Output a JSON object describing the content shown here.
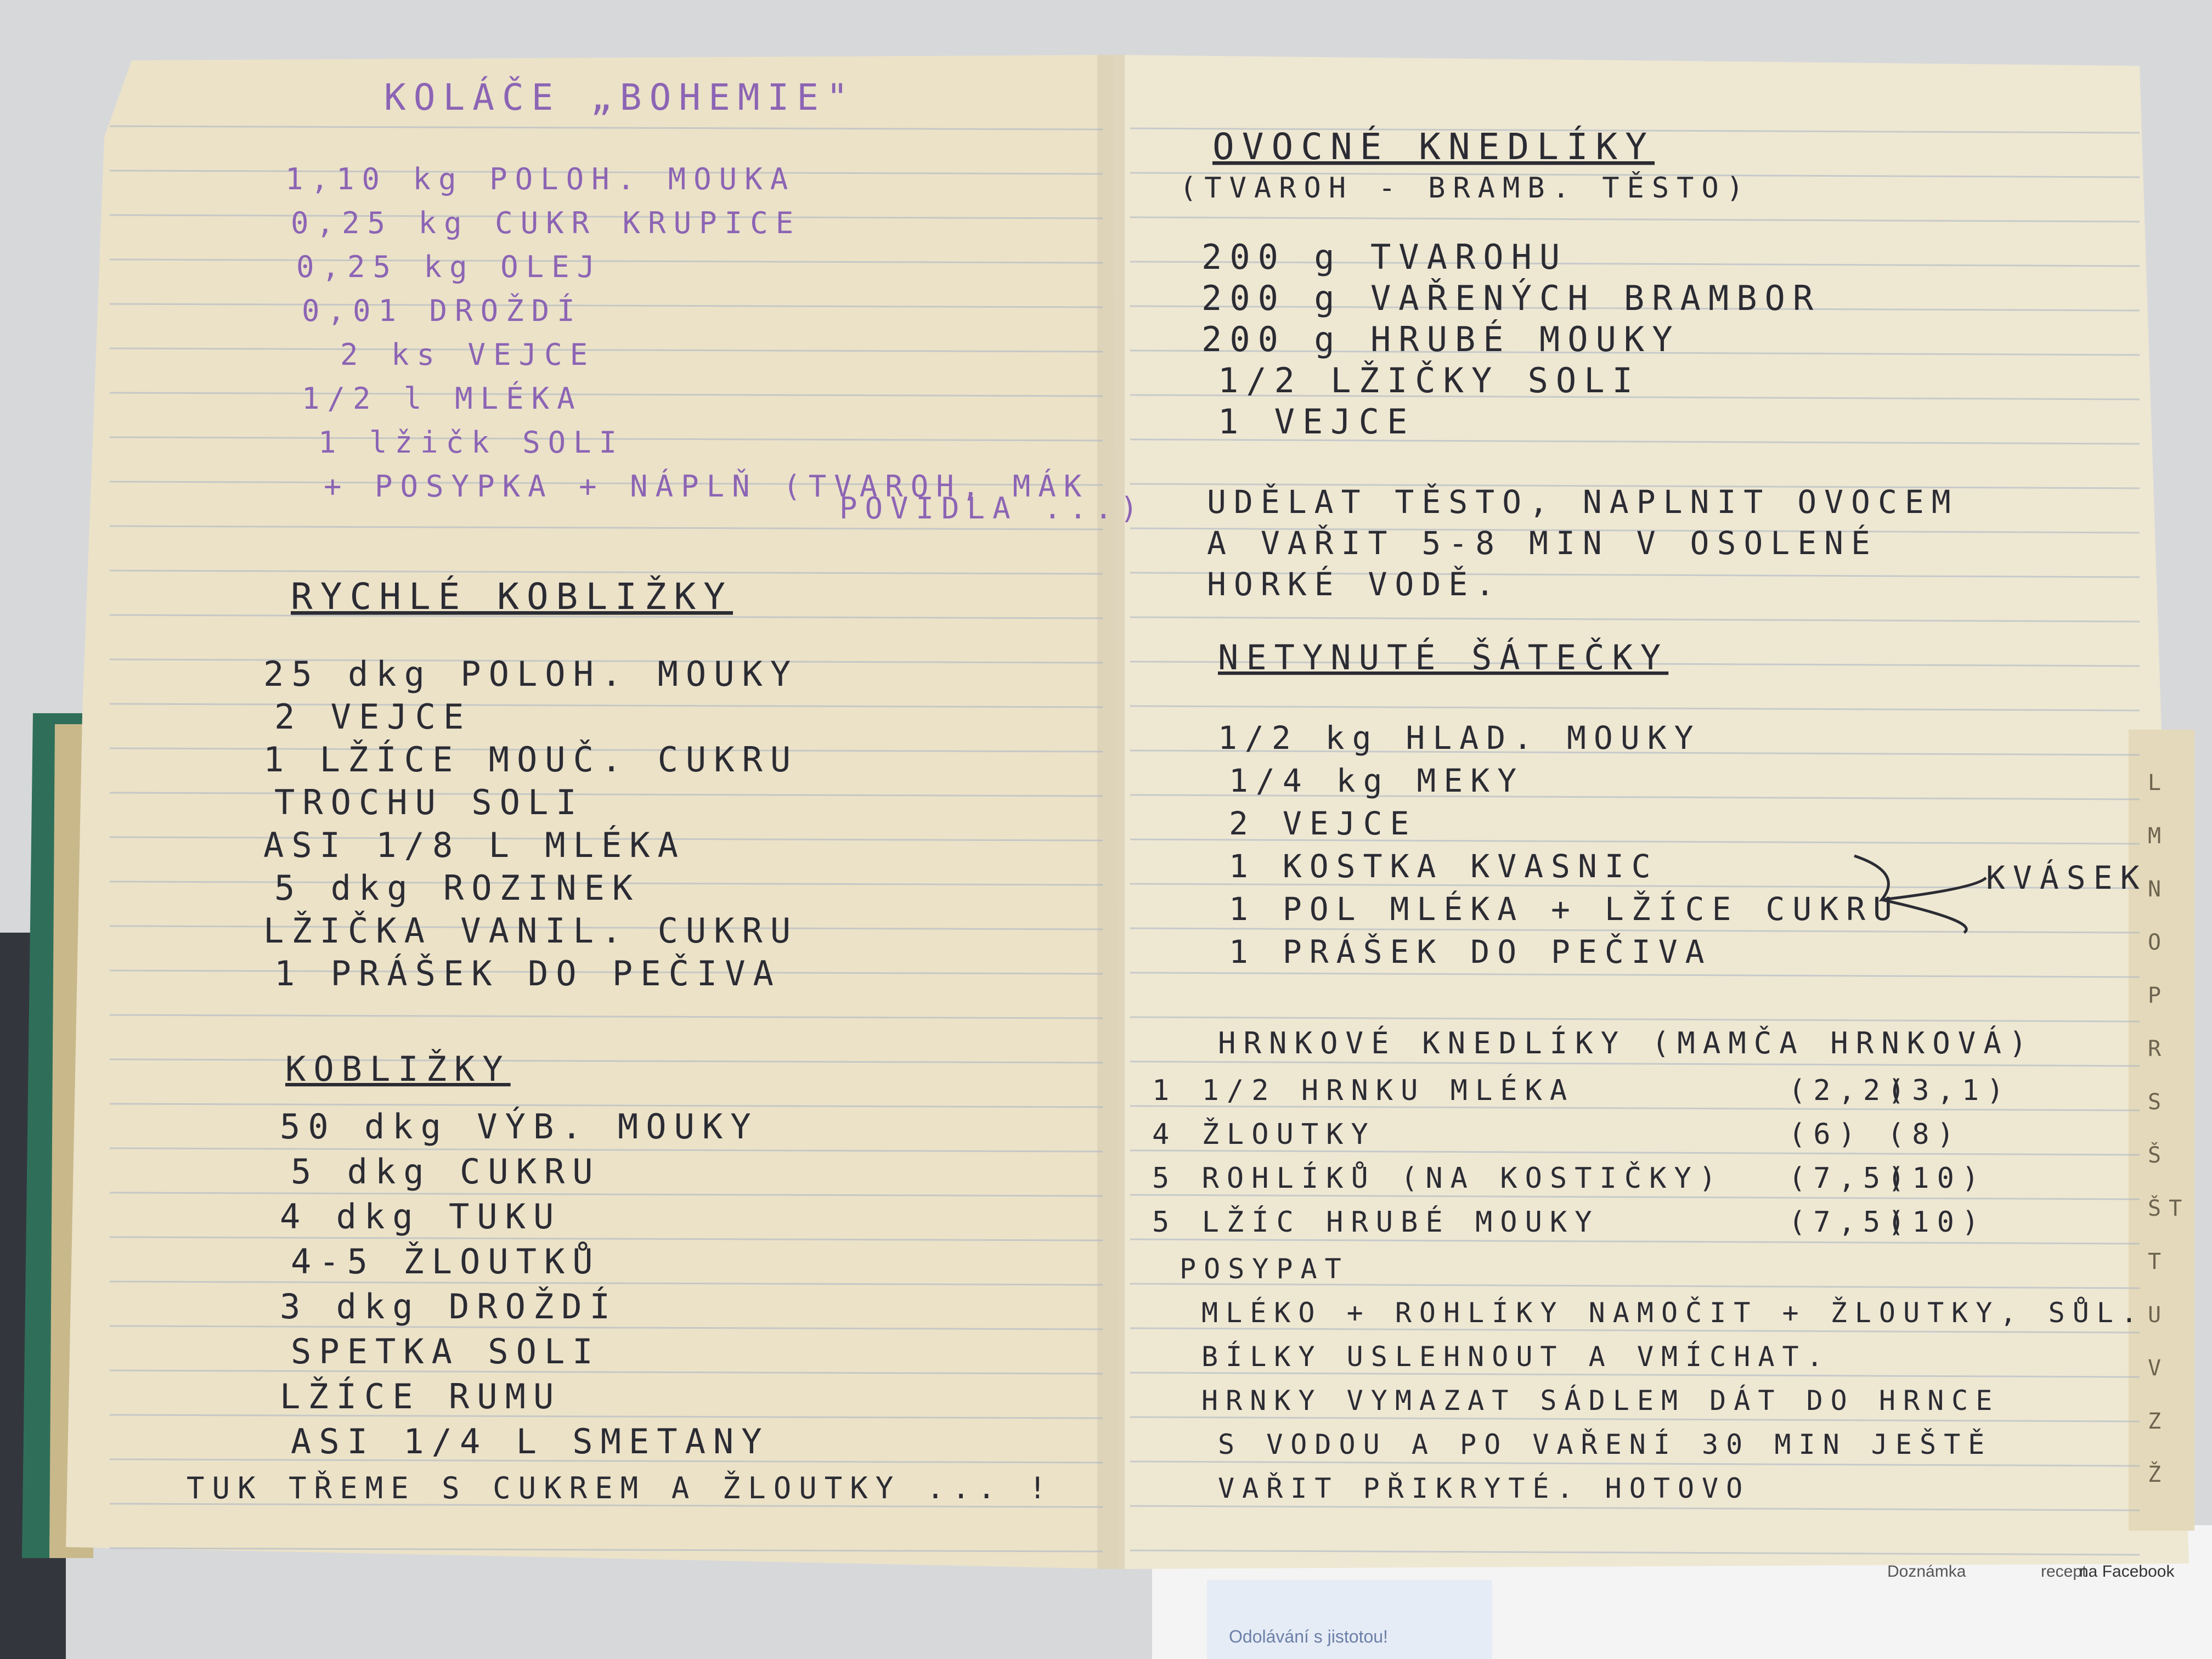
{
  "left_page": {
    "title": "KOLÁČE „BOHEMIE\"",
    "kolace_lines": [
      "1,10 kg POLOH. MOUKA",
      "0,25 kg CUKR KRUPICE",
      "0,25 kg OLEJ",
      "0,01 DROŽDÍ",
      "2 ks VEJCE",
      "1/2 l MLÉKA",
      "1 lžičk SOLI",
      "+ POSYPKA + NÁPLŇ (TVAROH, MÁK",
      "POVIDLA ...)"
    ],
    "rychle_title": "RYCHLÉ KOBLIŽKY",
    "rychle_lines": [
      "25 dkg POLOH. MOUKY",
      "2 VEJCE",
      "1 LŽÍCE MOUČ. CUKRU",
      "TROCHU SOLI",
      "ASI 1/8 L MLÉKA",
      "5 dkg ROZINEK",
      "LŽIČKA VANIL. CUKRU",
      "1 PRÁŠEK DO PEČIVA"
    ],
    "koblizky_title": "KOBLIŽKY",
    "koblizky_lines": [
      "50 dkg VÝB. MOUKY",
      "5 dkg CUKRU",
      "4 dkg TUKU",
      "4-5 ŽLOUTKŮ",
      "3 dkg DROŽDÍ",
      "SPETKA SOLI",
      "LŽÍCE RUMU",
      "ASI 1/4 L SMETANY",
      "TUK TŘEME S CUKREM A ŽLOUTKY ... !"
    ]
  },
  "right_page": {
    "ovocne_title": "OVOCNÉ KNEDLÍKY",
    "ovocne_sub": "(TVAROH - BRAMB. TĚSTO)",
    "ovocne_lines": [
      "200 g TVAROHU",
      "200 g VAŘENÝCH BRAMBOR",
      "200 g HRUBÉ MOUKY",
      "1/2 LŽIČKY SOLI",
      "1 VEJCE"
    ],
    "ovocne_method": [
      "UDĚLAT TĚSTO, NAPLNIT OVOCEM",
      "A VAŘIT 5-8 MIN V OSOLENÉ",
      "HORKÉ VODĚ."
    ],
    "natrhane_title": "NETYNUTÉ ŠÁTEČKY",
    "natrhane_lines": [
      "1/2 kg HLAD. MOUKY",
      "1/4 kg MEKY",
      "2 VEJCE",
      "1 KOSTKA KVASNIC",
      "1 POL MLÉKA + LŽÍCE CUKRU",
      "1 PRÁŠEK DO PEČIVA"
    ],
    "kvasek": "KVÁSEK",
    "hrnkove_title": "HRNKOVÉ KNEDLÍKY (MAMČA HRNKOVÁ)",
    "hrnkove_rows": [
      {
        "text": "1 1/2 HRNKU MLÉKA",
        "a": "(2,2)",
        "b": "(3,1)"
      },
      {
        "text": "4 ŽLOUTKY",
        "a": "(6)",
        "b": "(8)"
      },
      {
        "text": "5 ROHLÍKŮ (NA KOSTIČKY)",
        "a": "(7,5)",
        "b": "(10)"
      },
      {
        "text": "5 LŽÍC HRUBÉ MOUKY",
        "a": "(7,5)",
        "b": "(10)"
      }
    ],
    "hrnkove_method": [
      "POSYPAT",
      "MLÉKO + ROHLÍKY NAMOČIT + ŽLOUTKY, SŮL.",
      "BÍLKY USLEHNOUT A VMÍCHAT.",
      "HRNKY VYMAZAT SÁDLEM DÁT DO HRNCE",
      "S VODOU A PO VAŘENÍ 30 MIN JEŠTĚ",
      "VAŘIT PŘIKRYTÉ. HOTOVO"
    ]
  },
  "index_tabs": [
    "L",
    "M",
    "N",
    "O",
    "P",
    "R",
    "S",
    "Š",
    "ŠT",
    "T",
    "U",
    "V",
    "Z",
    "Ž"
  ],
  "background_labels": [
    "recept",
    "Doznámka",
    "na Facebook",
    "Odolávání s jistotou!"
  ],
  "colors": {
    "paper_left": "#ece3ca",
    "paper_right": "#efe8d3",
    "rule_line": "#a9b4c4",
    "purple_ink": "#8c64b4",
    "black_ink": "#2b2b33",
    "cover_green": "#2f6f5a",
    "table": "#d8d9db"
  }
}
